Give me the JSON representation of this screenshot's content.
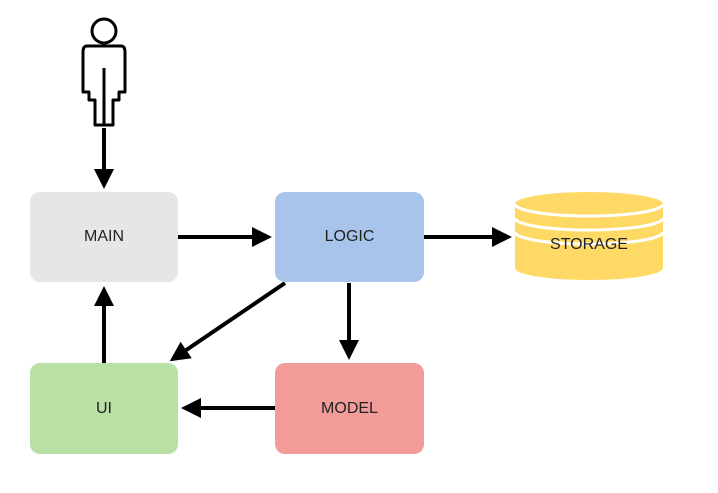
{
  "nodes": {
    "main": {
      "label": "MAIN",
      "color": "#e6e6e6"
    },
    "logic": {
      "label": "LOGIC",
      "color": "#a9c4eb"
    },
    "ui": {
      "label": "UI",
      "color": "#b9e0a5"
    },
    "model": {
      "label": "MODEL",
      "color": "#f19c99"
    },
    "storage": {
      "label": "STORAGE",
      "color": "#ffd966",
      "shape": "cylinder"
    },
    "user": {
      "shape": "actor",
      "icon": "person-icon"
    }
  },
  "edges": [
    {
      "from": "user",
      "to": "main"
    },
    {
      "from": "main",
      "to": "logic"
    },
    {
      "from": "logic",
      "to": "storage"
    },
    {
      "from": "logic",
      "to": "ui"
    },
    {
      "from": "logic",
      "to": "model"
    },
    {
      "from": "model",
      "to": "ui"
    },
    {
      "from": "ui",
      "to": "main"
    }
  ],
  "colors": {
    "arrow": "#000000",
    "text": "#222222"
  }
}
